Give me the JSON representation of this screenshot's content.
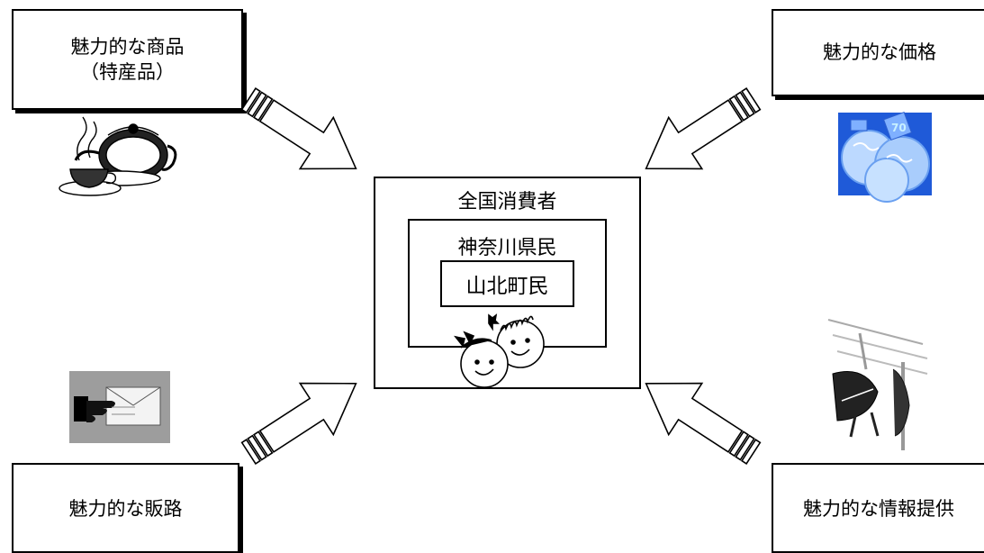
{
  "factors": {
    "product": {
      "line1": "魅力的な商品",
      "line2": "（特産品）"
    },
    "price": {
      "label": "魅力的な価格"
    },
    "channel": {
      "label": "魅力的な販路"
    },
    "information": {
      "label": "魅力的な情報提供"
    }
  },
  "consumers": {
    "outer": "全国消費者",
    "middle": "神奈川県民",
    "inner": "山北町民"
  },
  "icons": {
    "product": "teapot-and-cup-icon",
    "price": "price-tagged-crystals-icon",
    "channel": "mail-delivery-icon",
    "information": "antenna-and-satellite-dish-icon",
    "center": "smiling-children-icon"
  }
}
